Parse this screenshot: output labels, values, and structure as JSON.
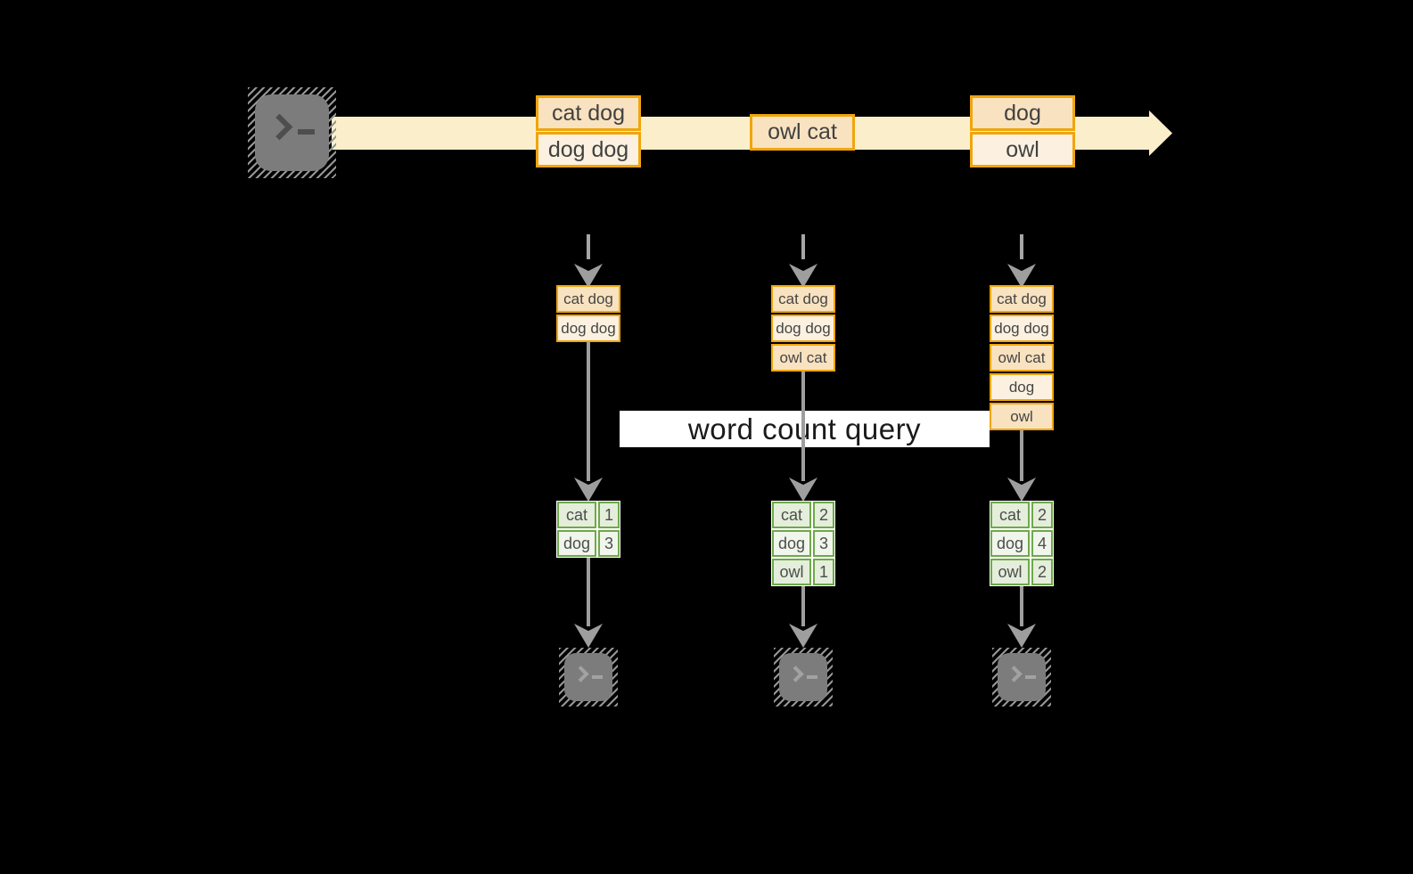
{
  "query_label": "word count query",
  "stream_events": [
    {
      "lines": [
        "cat dog",
        "dog dog"
      ]
    },
    {
      "lines": [
        "owl cat"
      ]
    },
    {
      "lines": [
        "dog",
        "owl"
      ]
    }
  ],
  "columns": [
    {
      "buffer": [
        "cat dog",
        "dog dog"
      ],
      "counts": [
        {
          "word": "cat",
          "count": "1"
        },
        {
          "word": "dog",
          "count": "3"
        }
      ]
    },
    {
      "buffer": [
        "cat dog",
        "dog dog",
        "owl cat"
      ],
      "counts": [
        {
          "word": "cat",
          "count": "2"
        },
        {
          "word": "dog",
          "count": "3"
        },
        {
          "word": "owl",
          "count": "1"
        }
      ]
    },
    {
      "buffer": [
        "cat dog",
        "dog dog",
        "owl cat",
        "dog",
        "owl"
      ],
      "counts": [
        {
          "word": "cat",
          "count": "2"
        },
        {
          "word": "dog",
          "count": "4"
        },
        {
          "word": "owl",
          "count": "2"
        }
      ]
    }
  ],
  "icons": {
    "source": "terminal-icon",
    "sinks": [
      "terminal-icon",
      "terminal-icon",
      "terminal-icon"
    ]
  },
  "colors": {
    "stream_band": "#FBEFCB",
    "event_border": "#F0A50C",
    "event_fill_dark": "#F9E2C0",
    "event_fill_light": "#FCF1E0",
    "table_border": "#6FA84C",
    "table_fill_dark": "#E4EEDB",
    "table_fill_light": "#F1F6EC",
    "arrow_gray": "#9E9E9E",
    "terminal_gray": "#7C7C7C",
    "query_band_bg": "#FFFFFF",
    "query_text": "#1A1A1A"
  }
}
